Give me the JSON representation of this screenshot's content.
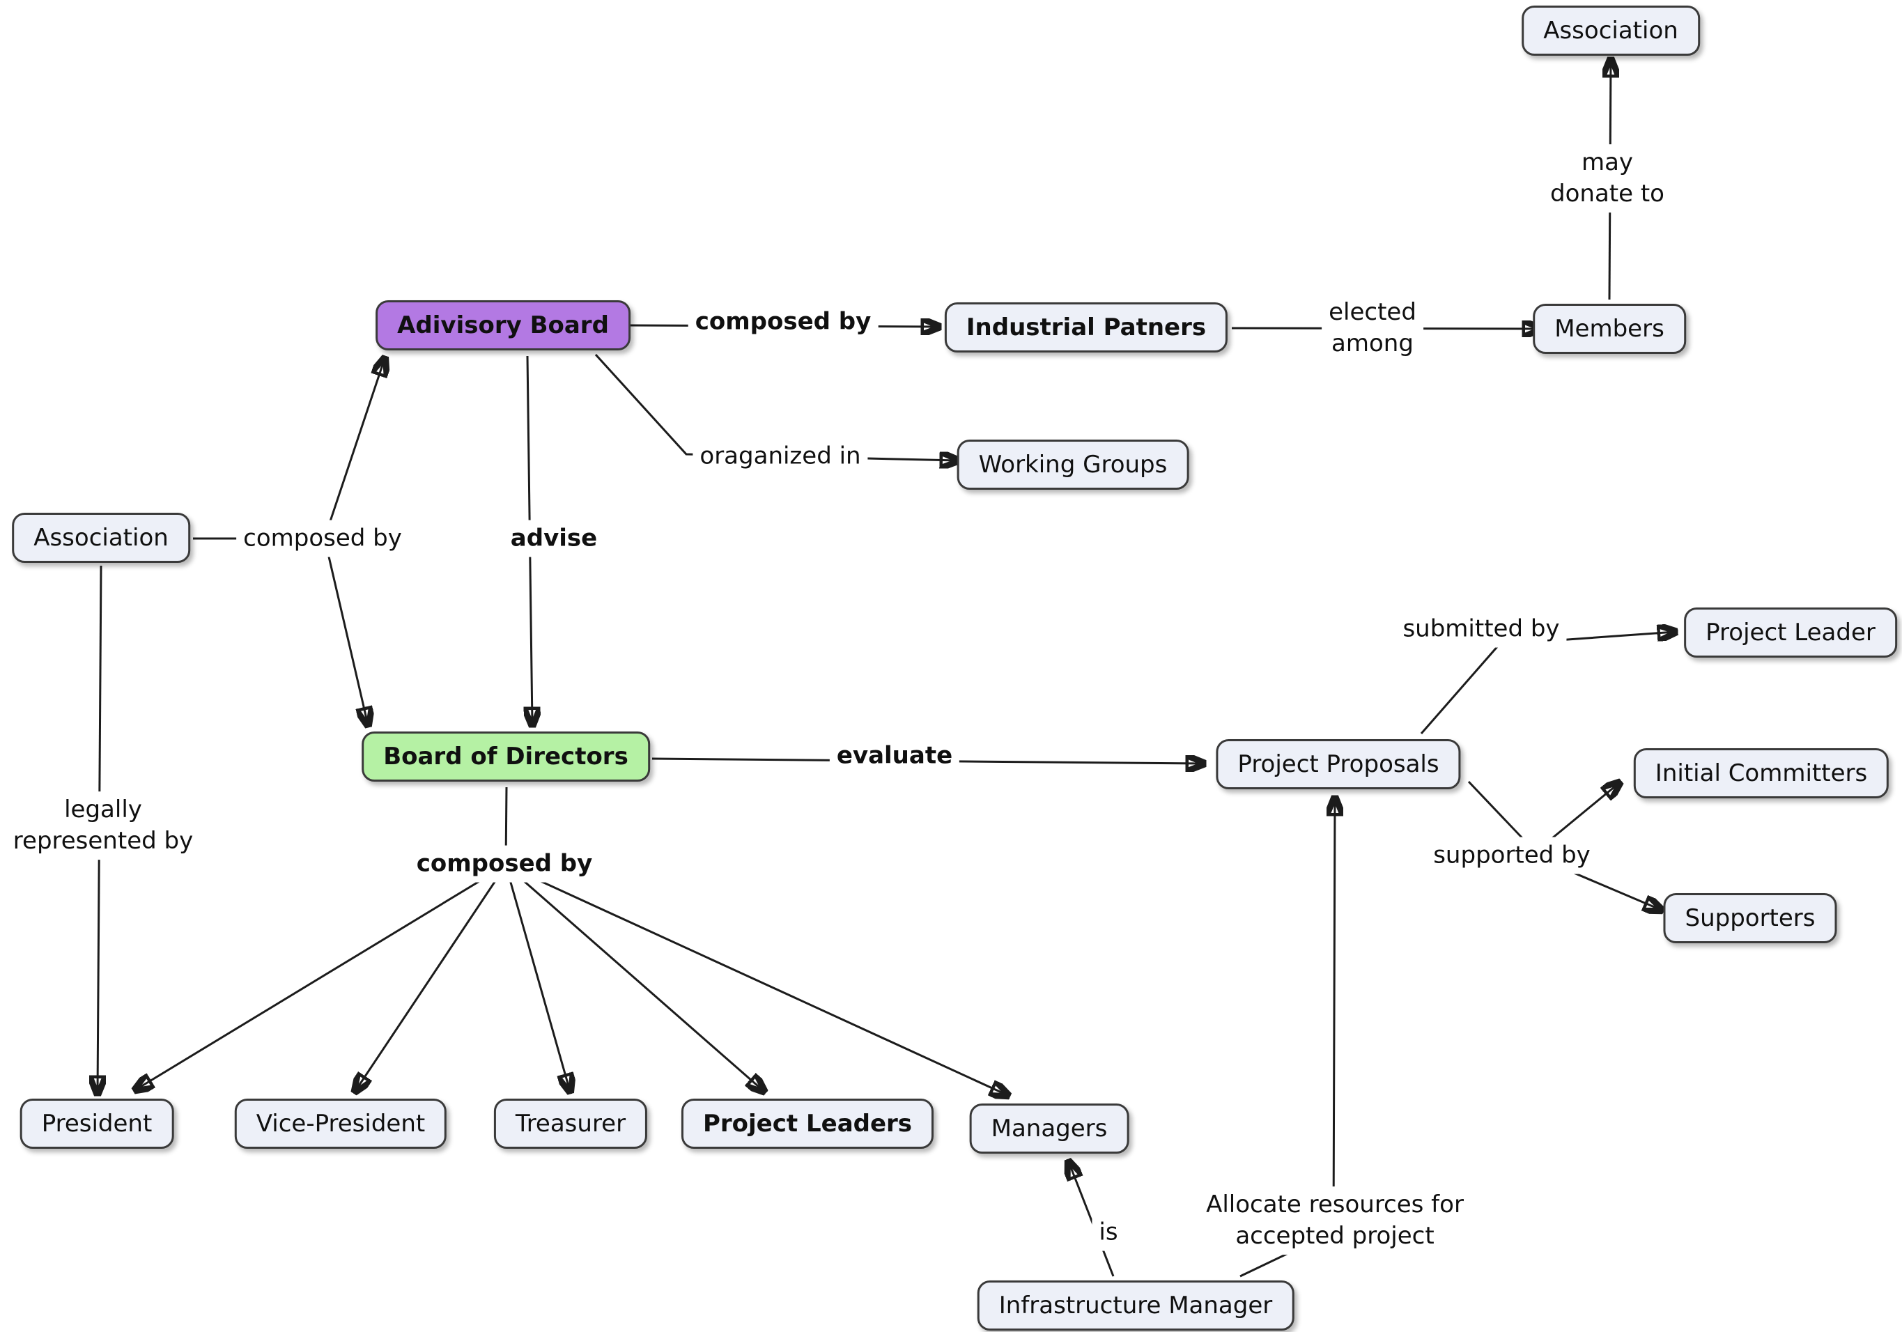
{
  "colors": {
    "node_default_bg": "#edf0f8",
    "advisory_board_bg": "#b379e3",
    "board_of_directors_bg": "#b5f1a4"
  },
  "nodes": {
    "association_top": "Association",
    "members": "Members",
    "industrial_partners": "Industrial Patners",
    "advisory_board": "Adivisory Board",
    "working_groups": "Working Groups",
    "association_left": "Association",
    "board_of_directors": "Board of Directors",
    "project_proposals": "Project Proposals",
    "project_leader": "Project Leader",
    "initial_committers": "Initial Committers",
    "supporters": "Supporters",
    "president": "President",
    "vice_president": "Vice-President",
    "treasurer": "Treasurer",
    "project_leaders": "Project Leaders",
    "managers": "Managers",
    "infrastructure_manager": "Infrastructure Manager"
  },
  "edge_labels": {
    "composed_by_industrial": "composed by",
    "elected_among": "elected\namong",
    "may_donate_to": "may\ndonate to",
    "organized_in": "oraganized in",
    "composed_by_association": "composed by",
    "advise": "advise",
    "legally_represented_by": "legally\nrepresented by",
    "evaluate": "evaluate",
    "composed_by_board": "composed by",
    "submitted_by": "submitted by",
    "supported_by": "supported by",
    "is": "is",
    "allocate_resources": "Allocate resources for\naccepted project"
  }
}
